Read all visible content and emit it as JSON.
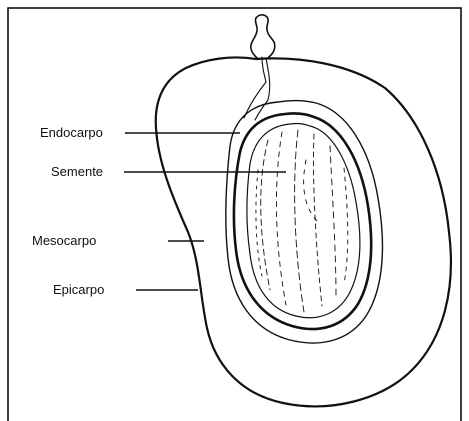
{
  "diagram": {
    "labels": {
      "endocarpo": "Endocarpo",
      "semente": "Semente",
      "mesocarpo": "Mesocarpo",
      "epicarpo": "Epicarpo"
    },
    "colors": {
      "ink": "#111111",
      "background": "#ffffff",
      "frame": "#000000"
    }
  }
}
